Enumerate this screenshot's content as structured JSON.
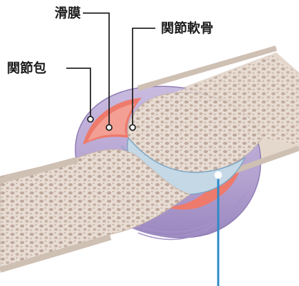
{
  "labels": {
    "synovial_membrane": "滑膜",
    "articular_cartilage": "関節軟骨",
    "joint_capsule": "関節包"
  },
  "colors": {
    "bone_surface": "#e8ddd4",
    "bone_pore": "#bda79a",
    "bone_shaft": "#dccdc1",
    "capsule": "#b9a8d3",
    "capsule_shadow": "#8e7cb3",
    "synovium": "#ee7a6c",
    "synovium_light": "#f6b7ad",
    "cartilage": "#c4d8e6",
    "cartilage_edge": "#7ea6c4",
    "leader_line": "#222222",
    "callout_line": "#2b8ac7"
  }
}
